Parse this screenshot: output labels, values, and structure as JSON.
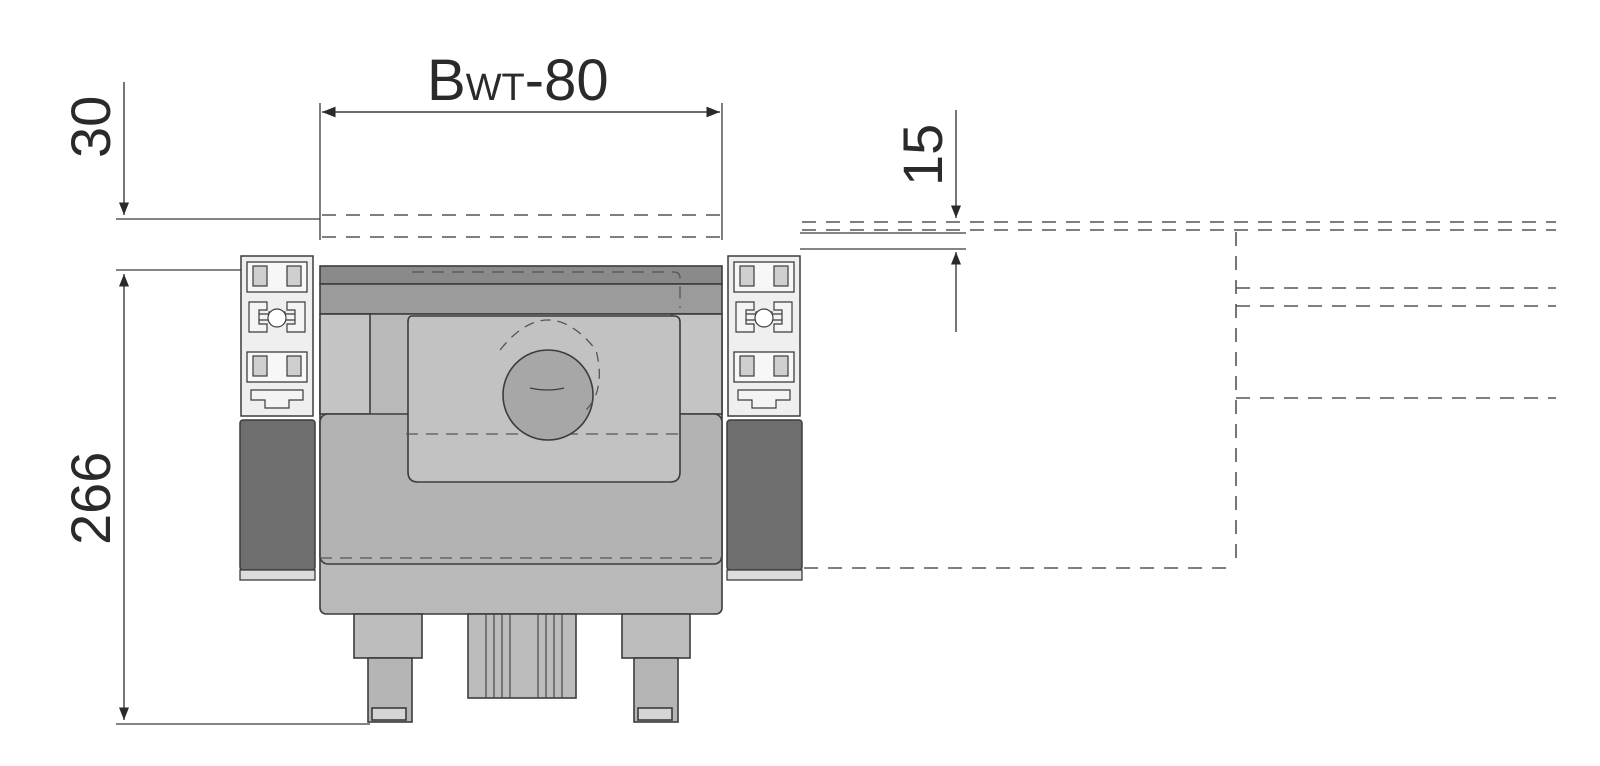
{
  "dimensions": {
    "width_label_main": "B",
    "width_label_sub": "WT",
    "width_label_suffix": "-80",
    "top_offset": "30",
    "height": "266",
    "right_offset": "15"
  },
  "colors": {
    "line": "#3a3a3a",
    "housing_light": "#bdbdbd",
    "housing_mid": "#a9a9a9",
    "housing_dark": "#8a8a8a",
    "belt_dark": "#6e6e6e",
    "profile": "#e8e8e8"
  }
}
